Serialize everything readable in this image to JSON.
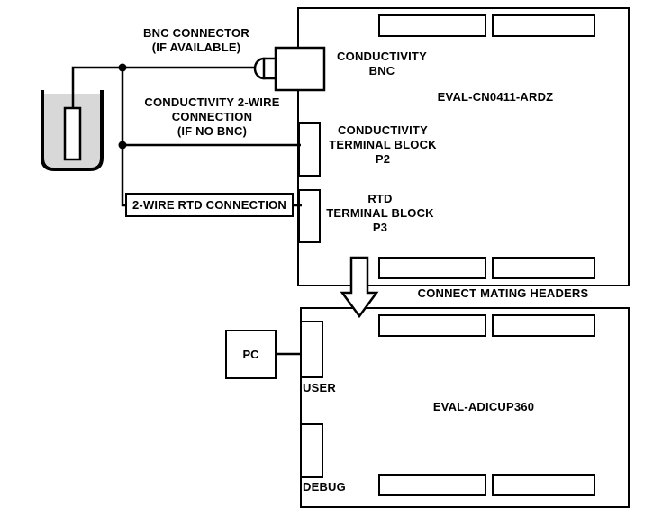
{
  "diagram": {
    "title": "Conductivity measurement setup diagram",
    "labels": {
      "bnc_connector": "BNC CONNECTOR\n(IF AVAILABLE)",
      "conductivity_2wire": "CONDUCTIVITY 2-WIRE\nCONNECTION\n(IF NO BNC)",
      "rtd_connection": "2-WIRE RTD CONNECTION",
      "conductivity_bnc": "CONDUCTIVITY\nBNC",
      "conductivity_terminal_block": "CONDUCTIVITY\nTERMINAL BLOCK\nP2",
      "rtd_terminal_block": "RTD\nTERMINAL BLOCK\nP3",
      "connect_mating_headers": "CONNECT MATING HEADERS",
      "pc": "PC",
      "user": "USER",
      "debug": "DEBUG"
    },
    "boards": {
      "top": {
        "name": "EVAL-CN0411-ARDZ"
      },
      "bottom": {
        "name": "EVAL-ADICUP360"
      }
    },
    "colors": {
      "line": "#000000",
      "background": "#ffffff",
      "liquid": "#d8d8d8"
    }
  }
}
